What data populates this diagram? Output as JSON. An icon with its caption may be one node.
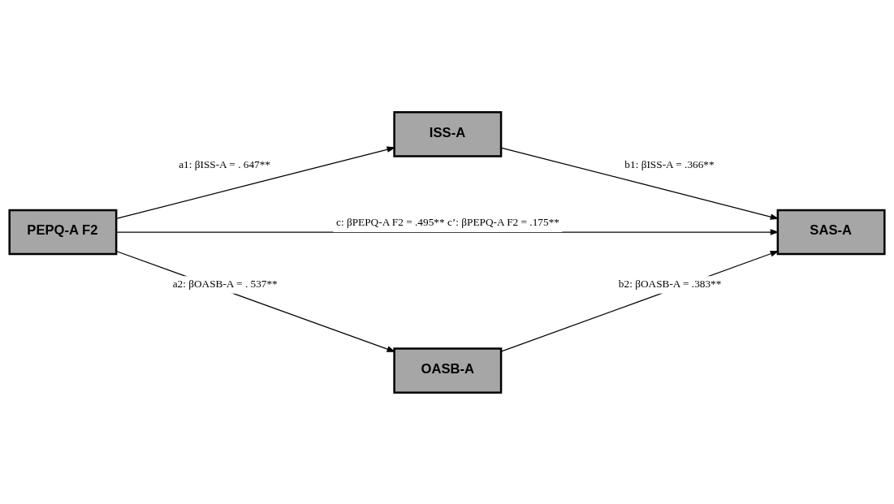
{
  "diagram": {
    "nodes": [
      {
        "text": [
          "ISS-A"
        ]
      },
      {
        "text": [
          "PEPQ-A F2"
        ]
      },
      {
        "text": [
          "SAS-A"
        ]
      },
      {
        "text": [
          "OASB-A"
        ]
      }
    ],
    "edges": [
      {
        "from": 1,
        "to": 0,
        "arrow": "to",
        "label": "a1: βISS-A = . 647**"
      },
      {
        "from": 0,
        "to": 2,
        "arrow": "to",
        "label": "b1: βISS-A = .366**"
      },
      {
        "from": 1,
        "to": 2,
        "arrow": "to",
        "label": "c: βPEPQ-A F2 = .495** c’: βPEPQ-A F2 = .175**"
      },
      {
        "from": 1,
        "to": 3,
        "arrow": "to",
        "label": "a2: βOASB-A = . 537**"
      },
      {
        "from": 3,
        "to": 2,
        "arrow": "to",
        "label": "b2: βOASB-A = .383**"
      }
    ]
  }
}
